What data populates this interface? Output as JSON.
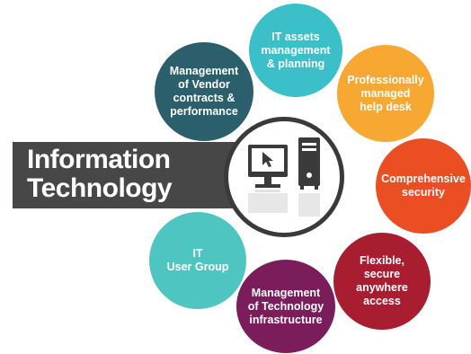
{
  "title": {
    "line1": "Information",
    "line2": "Technology"
  },
  "nodes": {
    "assets": {
      "lines": [
        "IT assets",
        "management",
        "& planning"
      ],
      "color": "#3bbfc9"
    },
    "vendor": {
      "lines": [
        "Management",
        "of Vendor",
        "contracts &",
        "performance"
      ],
      "color": "#2a5f6b"
    },
    "helpdesk": {
      "lines": [
        "Professionally",
        "managed",
        "help desk"
      ],
      "color": "#f7a833"
    },
    "security": {
      "lines": [
        "Comprehensive",
        "security"
      ],
      "color": "#ec4e24"
    },
    "access": {
      "lines": [
        "Flexible,",
        "secure",
        "anywhere",
        "access"
      ],
      "color": "#a81d30"
    },
    "infrastructure": {
      "lines": [
        "Management",
        "of Technology",
        "infrastructure"
      ],
      "color": "#7b1d5a"
    },
    "usergroup": {
      "lines": [
        "IT",
        "User Group"
      ],
      "color": "#4ec5c1"
    }
  },
  "hub": {
    "icon": "computer-icon"
  }
}
